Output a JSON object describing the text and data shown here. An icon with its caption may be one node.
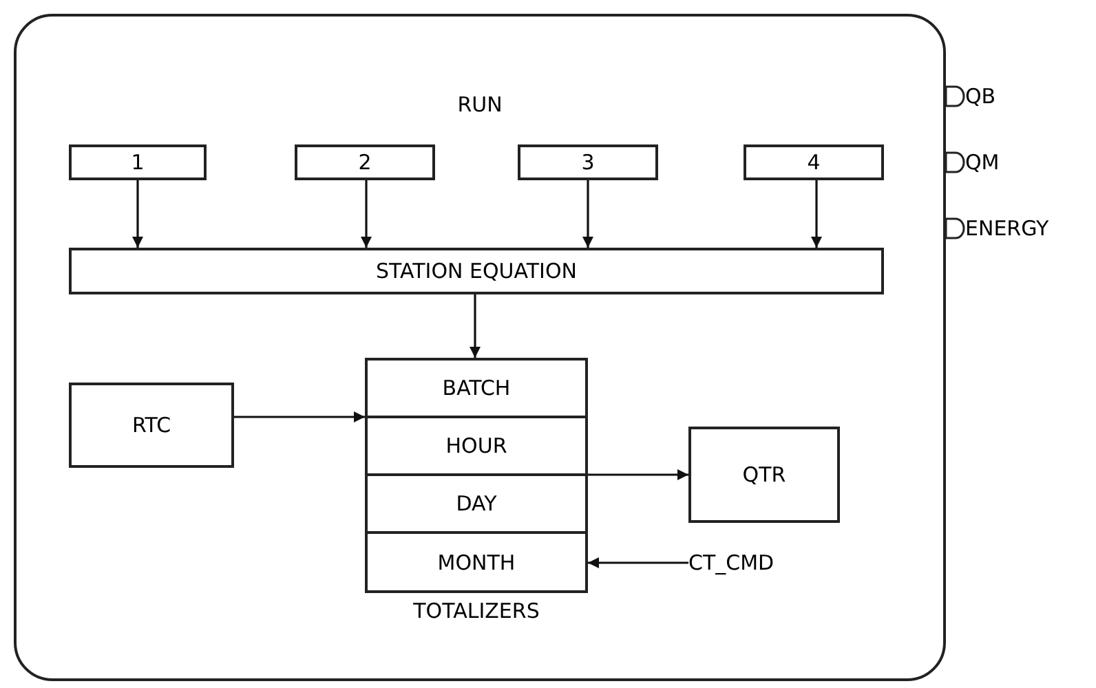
{
  "diagram": {
    "nodes": [
      {
        "text": [
          "RUN"
        ]
      },
      {
        "text": [
          "1"
        ],
        "in": 0
      },
      {
        "text": [
          "2"
        ],
        "in": 0
      },
      {
        "text": [
          "3"
        ],
        "in": 0
      },
      {
        "text": [
          "4"
        ],
        "in": 0
      },
      {
        "text": [
          "STATION EQUATION"
        ],
        "in": 0
      },
      {
        "text": [
          "TOTALIZERS"
        ],
        "in": 0
      },
      {
        "text": [
          "BATCH"
        ],
        "in": 6
      },
      {
        "text": [
          "HOUR"
        ],
        "in": 6
      },
      {
        "text": [
          "DAY"
        ],
        "in": 6
      },
      {
        "text": [
          "MONTH"
        ],
        "in": 6
      },
      {
        "text": [
          "RTC"
        ],
        "in": 0
      },
      {
        "text": [
          "QTR"
        ],
        "in": 0
      },
      {
        "text": [
          "CT_CMD"
        ],
        "in": 0
      }
    ],
    "edges": [
      {
        "from": 1,
        "to": 5,
        "arrow": "to"
      },
      {
        "from": 2,
        "to": 5,
        "arrow": "to"
      },
      {
        "from": 3,
        "to": 5,
        "arrow": "to"
      },
      {
        "from": 4,
        "to": 5,
        "arrow": "to"
      },
      {
        "from": 5,
        "to": 7,
        "arrow": "to"
      },
      {
        "from": 11,
        "to": 6,
        "arrow": "to"
      },
      {
        "from": 6,
        "to": 12,
        "arrow": "to"
      },
      {
        "from": 13,
        "to": 10,
        "arrow": "to"
      }
    ],
    "labels": [
      "QB",
      "QM",
      "ENERGY"
    ]
  }
}
